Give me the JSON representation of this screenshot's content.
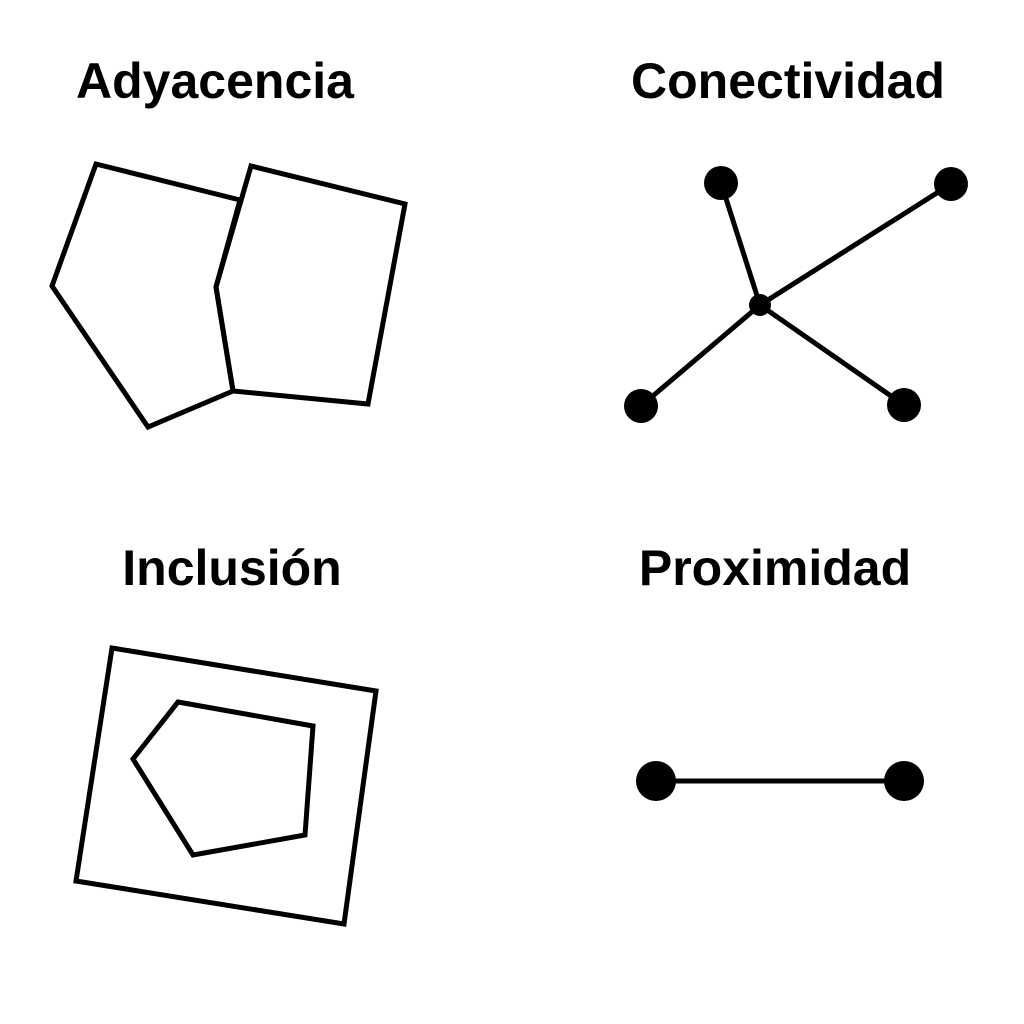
{
  "panels": {
    "adjacency": {
      "title": "Adyacencia"
    },
    "connectivity": {
      "title": "Conectividad"
    },
    "inclusion": {
      "title": "Inclusión"
    },
    "proximity": {
      "title": "Proximidad"
    }
  },
  "colors": {
    "ink": "#000000",
    "background": "#ffffff"
  }
}
